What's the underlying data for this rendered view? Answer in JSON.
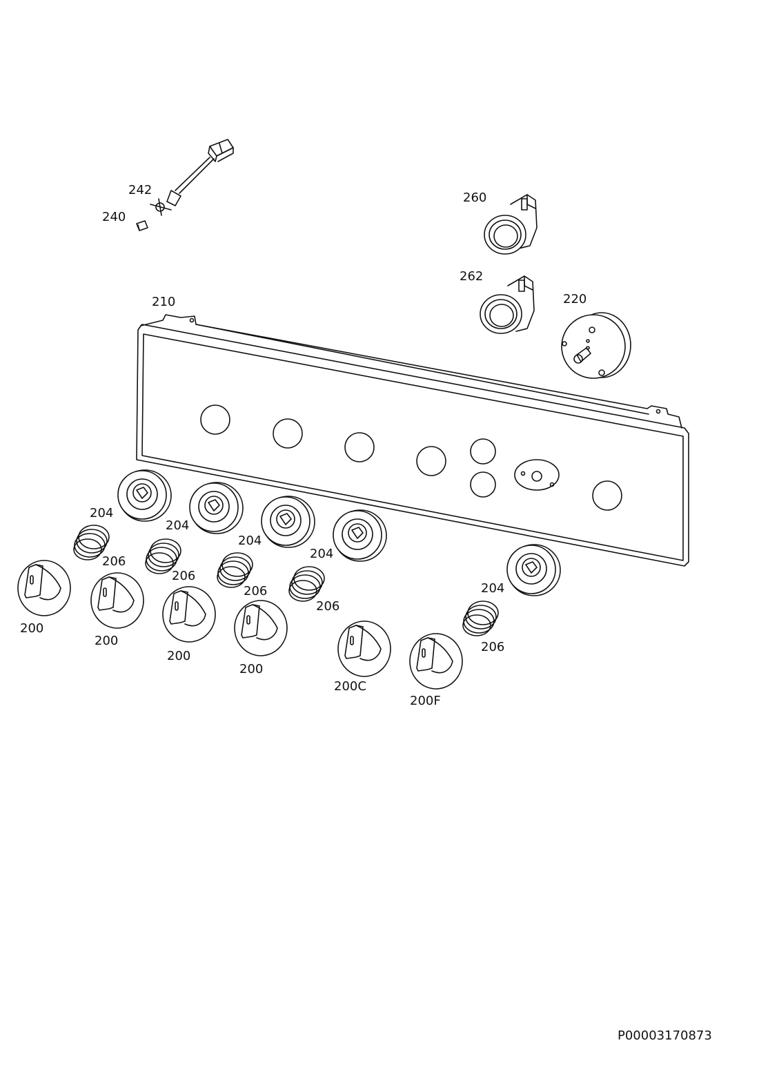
{
  "labels": {
    "l242": "242",
    "l240": "240",
    "l260": "260",
    "l262": "262",
    "l210": "210",
    "l220": "220",
    "l204": "204",
    "l206": "206",
    "l200": "200",
    "l200c": "200C",
    "l200f": "200F"
  },
  "document_id": "P00003170873"
}
